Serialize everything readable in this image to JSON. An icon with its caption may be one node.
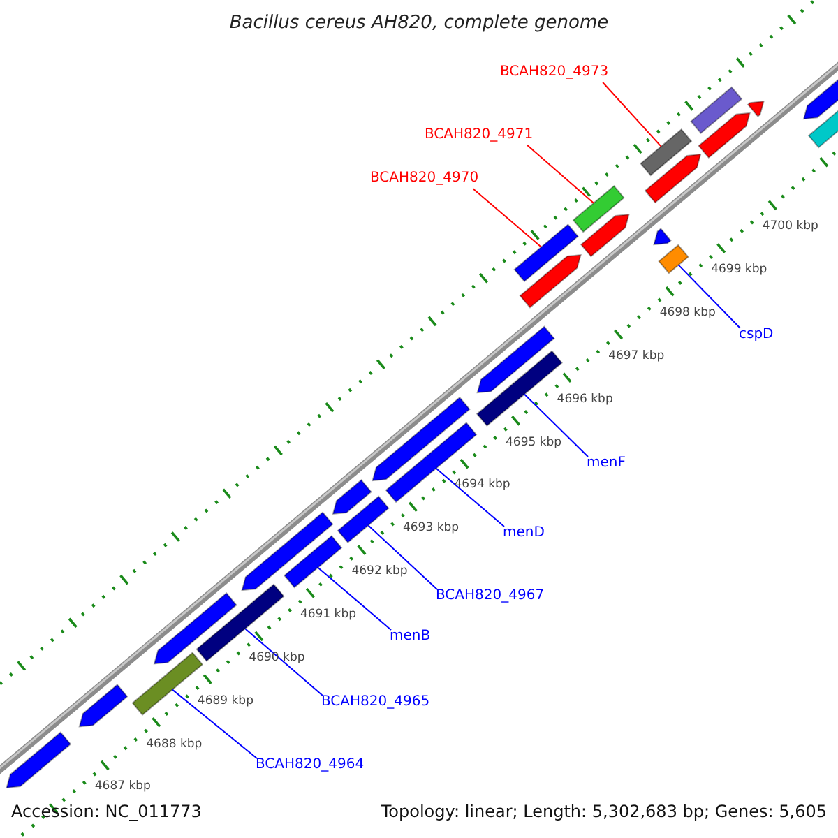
{
  "diagram": {
    "title": "Bacillus cereus AH820, complete genome",
    "nodes": [
      {
        "text": [
          "BCAH820_4973"
        ]
      },
      {
        "text": [
          "BCAH820_4971"
        ]
      },
      {
        "text": [
          "BCAH820_4970"
        ]
      },
      {
        "text": [],
        "shape": "box"
      },
      {
        "text": [],
        "shape": "box"
      },
      {
        "text": [],
        "shape": "box"
      },
      {
        "text": [],
        "shape": "box"
      },
      {
        "text": [
          "cspD"
        ]
      },
      {
        "text": [],
        "shape": "box"
      },
      {
        "text": [
          "menF"
        ]
      },
      {
        "text": [],
        "shape": "box"
      },
      {
        "text": [
          "menD"
        ]
      },
      {
        "text": [],
        "shape": "box"
      },
      {
        "text": [
          "BCAH820_4967"
        ]
      },
      {
        "text": [],
        "shape": "box"
      },
      {
        "text": [
          "menB"
        ]
      },
      {
        "text": [],
        "shape": "box"
      },
      {
        "text": [
          "BCAH820_4965"
        ]
      },
      {
        "text": [],
        "shape": "box"
      },
      {
        "text": [
          "BCAH820_4964"
        ]
      },
      {
        "text": [],
        "shape": "arrow"
      },
      {
        "text": [],
        "shape": "arrow"
      },
      {
        "text": [],
        "shape": "arrow"
      },
      {
        "text": [],
        "shape": "arrow"
      },
      {
        "text": [],
        "shape": "arrow"
      },
      {
        "text": [],
        "shape": "box"
      },
      {
        "text": [],
        "shape": "arrow"
      },
      {
        "text": [],
        "shape": "arrow"
      },
      {
        "text": [],
        "shape": "arrow"
      },
      {
        "text": [],
        "shape": "arrow"
      },
      {
        "text": [],
        "shape": "arrow"
      },
      {
        "text": [],
        "shape": "arrow"
      },
      {
        "text": [],
        "shape": "arrow"
      },
      {
        "text": [],
        "shape": "arrow"
      },
      {
        "text": [],
        "shape": "arrow"
      },
      {
        "text": [],
        "shape": "box"
      }
    ],
    "edges": [
      {
        "from": 0,
        "to": 3,
        "arrow": "none",
        "color": "#ff0000"
      },
      {
        "from": 1,
        "to": 4,
        "arrow": "none",
        "color": "#ff0000"
      },
      {
        "from": 2,
        "to": 5,
        "arrow": "none",
        "color": "#ff0000"
      },
      {
        "from": 7,
        "to": 6,
        "arrow": "none"
      },
      {
        "from": 9,
        "to": 8,
        "arrow": "none"
      },
      {
        "from": 11,
        "to": 10,
        "arrow": "none"
      },
      {
        "from": 13,
        "to": 12,
        "arrow": "none"
      },
      {
        "from": 15,
        "to": 14,
        "arrow": "none"
      },
      {
        "from": 17,
        "to": 16,
        "arrow": "none"
      },
      {
        "from": 19,
        "to": 18,
        "arrow": "none"
      }
    ],
    "labels": [
      "4700 kbp",
      "4699 kbp",
      "4698 kbp",
      "4697 kbp",
      "4696 kbp",
      "4695 kbp",
      "4694 kbp",
      "4693 kbp",
      "4692 kbp",
      "4691 kbp",
      "4690 kbp",
      "4689 kbp",
      "4688 kbp",
      "4687 kbp",
      "Accession: NC_011773",
      "Topology: linear; Length: 5,302,683 bp; Genes: 5,605"
    ]
  }
}
